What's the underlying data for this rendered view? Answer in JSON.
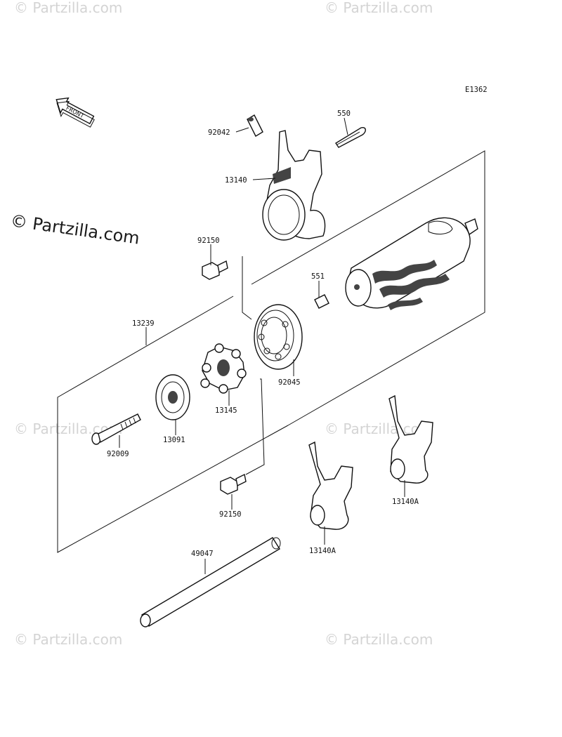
{
  "diagram_code": "E1362",
  "front_arrow_label": "FRONT",
  "watermarks": {
    "brand": "Partzilla.com",
    "symbol": "©",
    "main_text": "Partzilla.com"
  },
  "parts": {
    "p92042": "92042",
    "p550": "550",
    "p13140": "13140",
    "p92150_top": "92150",
    "p551": "551",
    "p13239": "13239",
    "p92045": "92045",
    "p13145": "13145",
    "p13091": "13091",
    "p92009": "92009",
    "p92150_bottom": "92150",
    "p13140A_right": "13140A",
    "p13140A_left": "13140A",
    "p49047": "49047"
  },
  "colors": {
    "line": "#111111",
    "watermark": "#d4d4d4"
  }
}
